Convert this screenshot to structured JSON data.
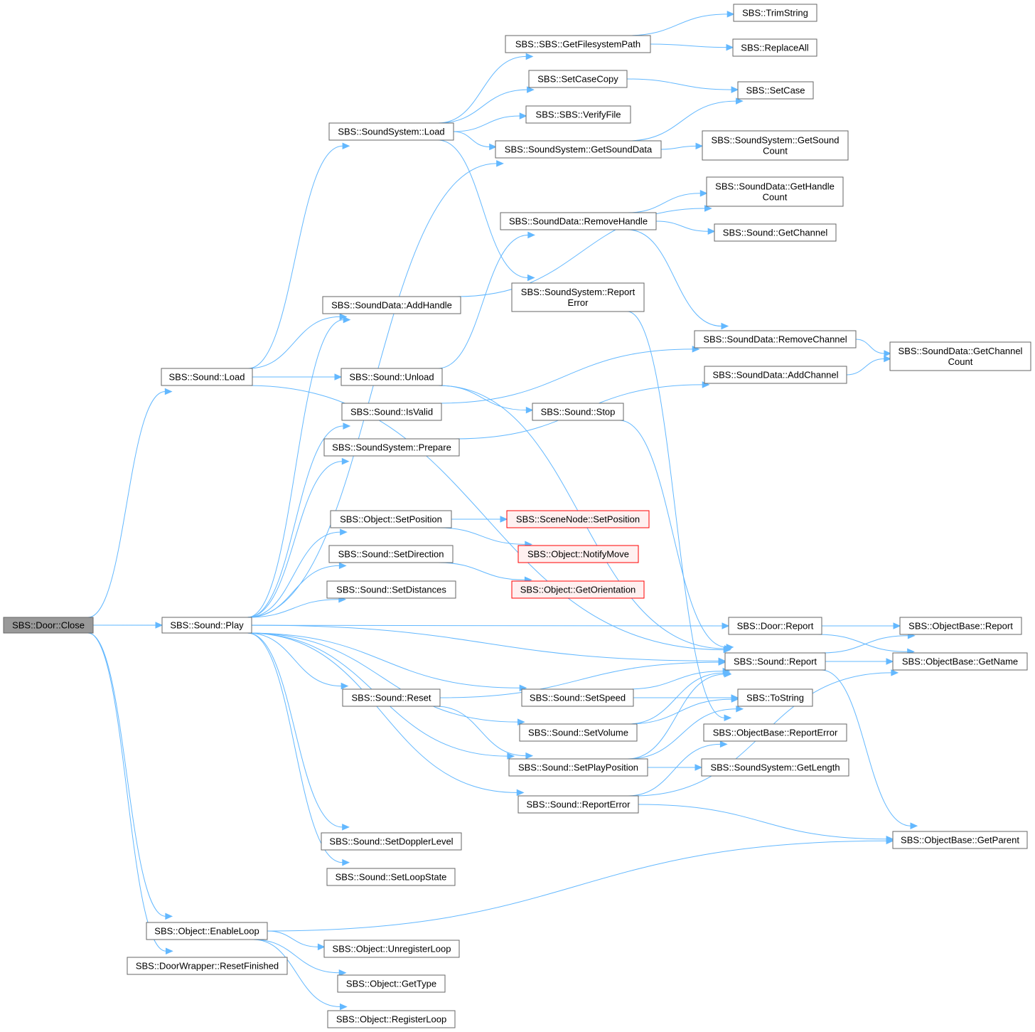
{
  "diagram": {
    "type": "call-graph",
    "colors": {
      "edge": "#63b8ff",
      "root_fill": "#999999",
      "node_border": "#666666",
      "truncated_border": "#ff0000",
      "truncated_fill": "#fff0f0"
    },
    "nodes": [
      {
        "id": "door_close",
        "lines": [
          "SBS::Door::Close"
        ],
        "style": "root"
      },
      {
        "id": "sound_load",
        "lines": [
          "SBS::Sound::Load"
        ]
      },
      {
        "id": "sound_play",
        "lines": [
          "SBS::Sound::Play"
        ]
      },
      {
        "id": "obj_enableloop",
        "lines": [
          "SBS::Object::EnableLoop"
        ]
      },
      {
        "id": "doorwrapper_reset",
        "lines": [
          "SBS::DoorWrapper::ResetFinished"
        ]
      },
      {
        "id": "ss_load",
        "lines": [
          "SBS::SoundSystem::Load"
        ]
      },
      {
        "id": "sd_addhandle",
        "lines": [
          "SBS::SoundData::AddHandle"
        ]
      },
      {
        "id": "sound_unload",
        "lines": [
          "SBS::Sound::Unload"
        ]
      },
      {
        "id": "sound_isvalid",
        "lines": [
          "SBS::Sound::IsValid"
        ]
      },
      {
        "id": "ss_prepare",
        "lines": [
          "SBS::SoundSystem::Prepare"
        ]
      },
      {
        "id": "obj_setposition",
        "lines": [
          "SBS::Object::SetPosition"
        ]
      },
      {
        "id": "sound_setdirection",
        "lines": [
          "SBS::Sound::SetDirection"
        ]
      },
      {
        "id": "sound_setdistances",
        "lines": [
          "SBS::Sound::SetDistances"
        ]
      },
      {
        "id": "sound_reset",
        "lines": [
          "SBS::Sound::Reset"
        ]
      },
      {
        "id": "sound_setdoppler",
        "lines": [
          "SBS::Sound::SetDopplerLevel"
        ]
      },
      {
        "id": "sound_setloopstate",
        "lines": [
          "SBS::Sound::SetLoopState"
        ]
      },
      {
        "id": "obj_unregisterloop",
        "lines": [
          "SBS::Object::UnregisterLoop"
        ]
      },
      {
        "id": "obj_gettype",
        "lines": [
          "SBS::Object::GetType"
        ]
      },
      {
        "id": "obj_registerloop",
        "lines": [
          "SBS::Object::RegisterLoop"
        ]
      },
      {
        "id": "sbs_getfspath",
        "lines": [
          "SBS::SBS::GetFilesystemPath"
        ]
      },
      {
        "id": "setcasecopy",
        "lines": [
          "SBS::SetCaseCopy"
        ]
      },
      {
        "id": "sbs_verifyfile",
        "lines": [
          "SBS::SBS::VerifyFile"
        ]
      },
      {
        "id": "ss_getsounddata",
        "lines": [
          "SBS::SoundSystem::GetSoundData"
        ]
      },
      {
        "id": "sd_removehandle",
        "lines": [
          "SBS::SoundData::RemoveHandle"
        ]
      },
      {
        "id": "ss_reporterror",
        "lines": [
          "SBS::SoundSystem::Report",
          "Error"
        ]
      },
      {
        "id": "sound_stop",
        "lines": [
          "SBS::Sound::Stop"
        ]
      },
      {
        "id": "scenenode_setposition",
        "lines": [
          "SBS::SceneNode::SetPosition"
        ],
        "style": "truncated"
      },
      {
        "id": "obj_notifymove",
        "lines": [
          "SBS::Object::NotifyMove"
        ],
        "style": "truncated"
      },
      {
        "id": "obj_getorientation",
        "lines": [
          "SBS::Object::GetOrientation"
        ],
        "style": "truncated"
      },
      {
        "id": "sound_setspeed",
        "lines": [
          "SBS::Sound::SetSpeed"
        ]
      },
      {
        "id": "sound_setvolume",
        "lines": [
          "SBS::Sound::SetVolume"
        ]
      },
      {
        "id": "sound_setplayposition",
        "lines": [
          "SBS::Sound::SetPlayPosition"
        ]
      },
      {
        "id": "sound_reporterror",
        "lines": [
          "SBS::Sound::ReportError"
        ]
      },
      {
        "id": "trimstring",
        "lines": [
          "SBS::TrimString"
        ]
      },
      {
        "id": "replaceall",
        "lines": [
          "SBS::ReplaceAll"
        ]
      },
      {
        "id": "setcase",
        "lines": [
          "SBS::SetCase"
        ]
      },
      {
        "id": "ss_getsoundcount",
        "lines": [
          "SBS::SoundSystem::GetSound",
          "Count"
        ]
      },
      {
        "id": "sd_gethandlecount",
        "lines": [
          "SBS::SoundData::GetHandle",
          "Count"
        ]
      },
      {
        "id": "sound_getchannel",
        "lines": [
          "SBS::Sound::GetChannel"
        ]
      },
      {
        "id": "sd_removechannel",
        "lines": [
          "SBS::SoundData::RemoveChannel"
        ]
      },
      {
        "id": "sd_addchannel",
        "lines": [
          "SBS::SoundData::AddChannel"
        ]
      },
      {
        "id": "door_report",
        "lines": [
          "SBS::Door::Report"
        ]
      },
      {
        "id": "sound_report",
        "lines": [
          "SBS::Sound::Report"
        ]
      },
      {
        "id": "tostring",
        "lines": [
          "SBS::ToString"
        ]
      },
      {
        "id": "ob_reporterror",
        "lines": [
          "SBS::ObjectBase::ReportError"
        ]
      },
      {
        "id": "ss_getlength",
        "lines": [
          "SBS::SoundSystem::GetLength"
        ]
      },
      {
        "id": "sd_getchannelcount",
        "lines": [
          "SBS::SoundData::GetChannel",
          "Count"
        ]
      },
      {
        "id": "ob_report",
        "lines": [
          "SBS::ObjectBase::Report"
        ]
      },
      {
        "id": "ob_getname",
        "lines": [
          "SBS::ObjectBase::GetName"
        ]
      },
      {
        "id": "ob_getparent",
        "lines": [
          "SBS::ObjectBase::GetParent"
        ]
      }
    ],
    "edges": [
      [
        "door_close",
        "sound_load"
      ],
      [
        "door_close",
        "sound_play"
      ],
      [
        "door_close",
        "obj_enableloop"
      ],
      [
        "door_close",
        "doorwrapper_reset"
      ],
      [
        "door_close",
        "door_report"
      ],
      [
        "sound_load",
        "ss_load"
      ],
      [
        "sound_load",
        "sd_addhandle"
      ],
      [
        "sound_load",
        "sound_unload"
      ],
      [
        "sound_load",
        "sound_report"
      ],
      [
        "ss_load",
        "sbs_getfspath"
      ],
      [
        "ss_load",
        "setcasecopy"
      ],
      [
        "ss_load",
        "sbs_verifyfile"
      ],
      [
        "ss_load",
        "ss_getsounddata"
      ],
      [
        "ss_load",
        "ss_reporterror"
      ],
      [
        "sbs_getfspath",
        "trimstring"
      ],
      [
        "sbs_getfspath",
        "replaceall"
      ],
      [
        "setcasecopy",
        "setcase"
      ],
      [
        "ss_getsounddata",
        "setcase"
      ],
      [
        "ss_getsounddata",
        "ss_getsoundcount"
      ],
      [
        "sd_addhandle",
        "sd_gethandlecount"
      ],
      [
        "sound_unload",
        "sd_removehandle"
      ],
      [
        "sound_unload",
        "sound_stop"
      ],
      [
        "sound_unload",
        "sound_report"
      ],
      [
        "sd_removehandle",
        "sd_gethandlecount"
      ],
      [
        "sd_removehandle",
        "sound_getchannel"
      ],
      [
        "sd_removehandle",
        "sd_removechannel"
      ],
      [
        "sd_removechannel",
        "sd_getchannelcount"
      ],
      [
        "sd_addchannel",
        "sd_getchannelcount"
      ],
      [
        "sound_isvalid",
        "sd_removechannel"
      ],
      [
        "ss_prepare",
        "sd_addchannel"
      ],
      [
        "ss_reporterror",
        "ob_reporterror"
      ],
      [
        "sound_stop",
        "sound_report"
      ],
      [
        "sound_play",
        "ss_getsounddata"
      ],
      [
        "sound_play",
        "sd_addhandle"
      ],
      [
        "sound_play",
        "sound_isvalid"
      ],
      [
        "sound_play",
        "ss_prepare"
      ],
      [
        "sound_play",
        "obj_setposition"
      ],
      [
        "sound_play",
        "sound_setdirection"
      ],
      [
        "sound_play",
        "sound_setdistances"
      ],
      [
        "sound_play",
        "sound_reset"
      ],
      [
        "sound_play",
        "sound_setspeed"
      ],
      [
        "sound_play",
        "sound_setvolume"
      ],
      [
        "sound_play",
        "sound_setplayposition"
      ],
      [
        "sound_play",
        "sound_reporterror"
      ],
      [
        "sound_play",
        "sound_setdoppler"
      ],
      [
        "sound_play",
        "sound_setloopstate"
      ],
      [
        "sound_play",
        "sound_report"
      ],
      [
        "obj_setposition",
        "scenenode_setposition"
      ],
      [
        "obj_setposition",
        "obj_notifymove"
      ],
      [
        "sound_setdirection",
        "obj_getorientation"
      ],
      [
        "sound_reset",
        "sound_report"
      ],
      [
        "sound_reset",
        "sound_setplayposition"
      ],
      [
        "sound_setspeed",
        "sound_report"
      ],
      [
        "sound_setspeed",
        "tostring"
      ],
      [
        "sound_setvolume",
        "sound_report"
      ],
      [
        "sound_setvolume",
        "tostring"
      ],
      [
        "sound_setplayposition",
        "sound_report"
      ],
      [
        "sound_setplayposition",
        "tostring"
      ],
      [
        "sound_setplayposition",
        "ss_getlength"
      ],
      [
        "sound_reporterror",
        "ob_reporterror"
      ],
      [
        "sound_reporterror",
        "ob_getname"
      ],
      [
        "sound_reporterror",
        "ob_getparent"
      ],
      [
        "door_report",
        "ob_report"
      ],
      [
        "door_report",
        "ob_getname"
      ],
      [
        "sound_report",
        "ob_report"
      ],
      [
        "sound_report",
        "ob_getname"
      ],
      [
        "sound_report",
        "ob_getparent"
      ],
      [
        "obj_enableloop",
        "ob_getparent"
      ],
      [
        "obj_enableloop",
        "obj_unregisterloop"
      ],
      [
        "obj_enableloop",
        "obj_gettype"
      ],
      [
        "obj_enableloop",
        "obj_registerloop"
      ]
    ]
  }
}
